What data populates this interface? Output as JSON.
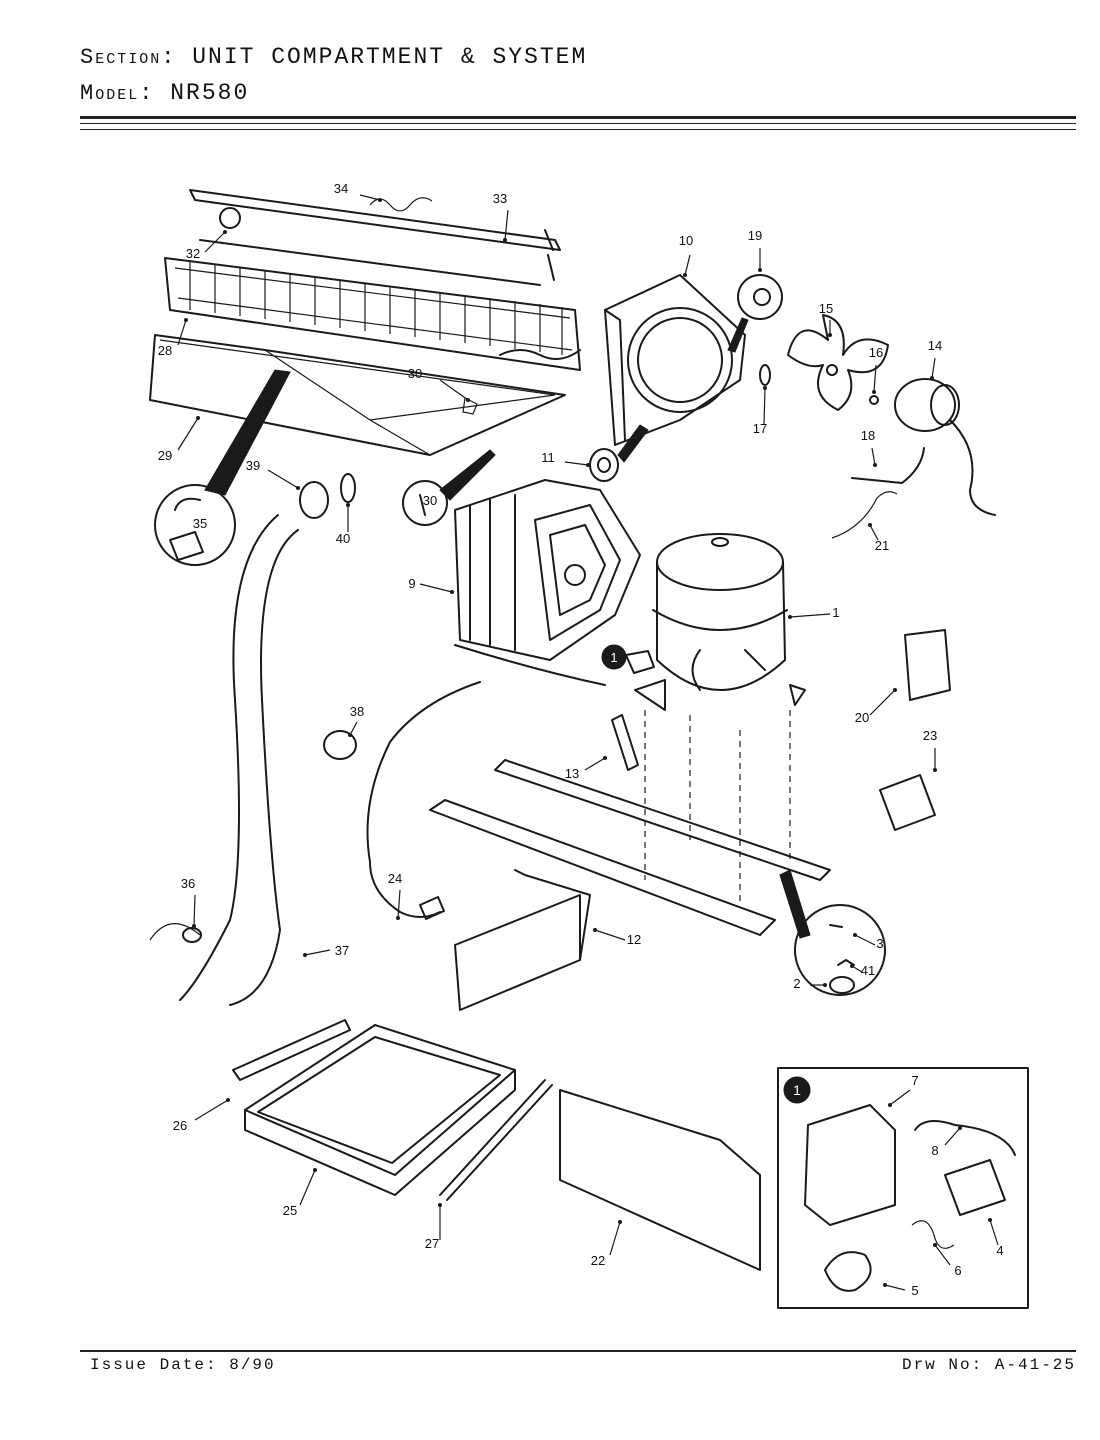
{
  "header": {
    "section_label": "Section:",
    "section_value": "UNIT COMPARTMENT & SYSTEM",
    "model_label": "Model:",
    "model_value": "NR580"
  },
  "footer": {
    "issue_date": "Issue Date: 8/90",
    "drawing_no": "Drw No: A-41-25"
  },
  "callout_marker": "1",
  "labels": {
    "p1": "1",
    "p2": "2",
    "p3": "3",
    "p4": "4",
    "p5": "5",
    "p6": "6",
    "p7": "7",
    "p8": "8",
    "p9": "9",
    "p10": "10",
    "p11": "11",
    "p12": "12",
    "p13": "13",
    "p14": "14",
    "p15": "15",
    "p16": "16",
    "p17": "17",
    "p18": "18",
    "p19": "19",
    "p20": "20",
    "p21": "21",
    "p22": "22",
    "p23": "23",
    "p24": "24",
    "p25": "25",
    "p26": "26",
    "p27": "27",
    "p28": "28",
    "p29": "29",
    "p30": "30",
    "p30b": "30",
    "p32": "32",
    "p33": "33",
    "p34": "34",
    "p35": "35",
    "p36": "36",
    "p37": "37",
    "p38": "38",
    "p39": "39",
    "p40": "40",
    "p41": "41"
  }
}
